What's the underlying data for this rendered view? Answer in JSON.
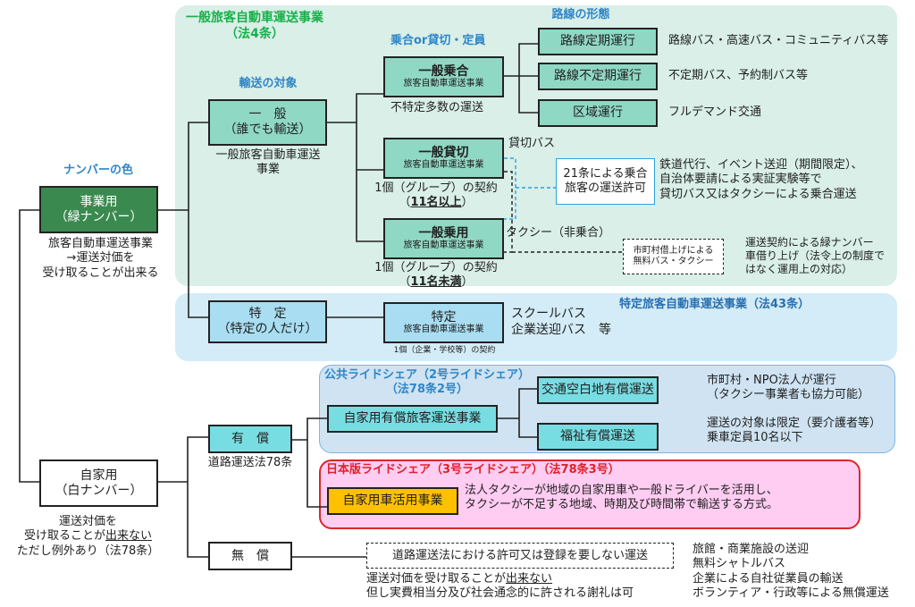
{
  "colors": {
    "region_general": "#d9efe8",
    "region_specific": "#d3ecf7",
    "region_public_rideshare": "#cfe3f2",
    "region_japan_rideshare": "#ffccf2",
    "region_japan_rideshare_border": "#d62828",
    "box_green_dark": "#3a8a4f",
    "box_teal": "#8fd8c4",
    "box_lightblue": "#a8ddf2",
    "box_cyan": "#78dde3",
    "box_orange": "#ffc000",
    "heading_blue": "#2e86c8",
    "heading_green": "#19b04a",
    "heading_red": "#e0202a"
  },
  "headings": {
    "number_color": "ナンバーの色",
    "transport_target": "輸送の対象",
    "shared_or_charter": "乗合or貸切・定員",
    "route_form": "路線の形態",
    "general_business_line1": "一般旅客自動車運送事業",
    "general_business_line2": "（法4条）",
    "specific_business": "特定旅客自動車運送事業（法43条）",
    "public_rideshare_line1": "公共ライドシェア（2号ライドシェア）",
    "public_rideshare_line2": "（法78条2号）",
    "japan_rideshare": "日本版ライドシェア（3号ライドシェア）（法78条3号）"
  },
  "number_boxes": {
    "commercial": {
      "line1": "事業用",
      "line2": "（緑ナンバー）",
      "note1": "旅客自動車運送事業",
      "note2": "→運送対価を",
      "note3": "受け取ることが出来る"
    },
    "private": {
      "line1": "自家用",
      "line2": "（白ナンバー）",
      "note1": "運送対価を",
      "note2_pre": "受け取ることが",
      "note2_u": "出来ない",
      "note3": "ただし例外あり（法78条）"
    }
  },
  "target_boxes": {
    "general": {
      "line1": "一　般",
      "line2": "（誰でも輸送）",
      "note1": "一般旅客自動車運送",
      "note2": "事業"
    },
    "specific": {
      "line1": "特　定",
      "line2": "（特定の人だけ）"
    }
  },
  "type_boxes": {
    "shared": {
      "title": "一般乗合",
      "sub": "旅客自動車運送事業",
      "note": "不特定多数の運送"
    },
    "charter": {
      "title": "一般貸切",
      "sub": "旅客自動車運送事業",
      "note1": "1個（グループ）の契約",
      "note2_pre": "（",
      "note2_u": "11名以上",
      "note2_post": "）",
      "side": "貸切バス"
    },
    "taxi": {
      "title": "一般乗用",
      "sub": "旅客自動車運送事業",
      "note1": "1個（グループ）の契約",
      "note2_pre": "（",
      "note2_u": "11名未満",
      "note2_post": "）",
      "side": "タクシー（非乗合）"
    },
    "specific": {
      "title": "特定",
      "sub": "旅客自動車運送事業",
      "note": "1個（企業・学校等）の契約",
      "side1": "スクールバス",
      "side2": "企業送迎バス　等"
    }
  },
  "route_boxes": [
    {
      "label": "路線定期運行",
      "desc": "路線バス・高速バス・コミュニティバス等"
    },
    {
      "label": "路線不定期運行",
      "desc": "不定期バス、予約制バス等"
    },
    {
      "label": "区域運行",
      "desc": "フルデマンド交通"
    }
  ],
  "article21": {
    "line1": "21条による乗合",
    "line2": "旅客の運送許可",
    "desc1": "鉄道代行、イベント送迎（期間限定）、",
    "desc2": "自治体要請による実証実験等で",
    "desc3": "貸切バス又はタクシーによる乗合運送"
  },
  "municipal": {
    "line1": "市町村借上げによる",
    "line2": "無料バス・タクシー",
    "desc1": "運送契約による緑ナンバー",
    "desc2": "車借り上げ（法令上の制度で",
    "desc3": "はなく運用上の対応）"
  },
  "paid": {
    "label": "有　償",
    "note": "道路運送法78条"
  },
  "unpaid": {
    "label": "無　償"
  },
  "public_rideshare": {
    "main": "自家用有償旅客運送事業",
    "branches": [
      {
        "label": "交通空白地有償運送",
        "desc1": "市町村・NPO法人が運行",
        "desc2": "（タクシー事業者も協力可能）"
      },
      {
        "label": "福祉有償運送",
        "desc1": "運送の対象は限定（要介護者等）",
        "desc2": "乗車定員10名以下"
      }
    ]
  },
  "japan_rideshare": {
    "main": "自家用車活用事業",
    "desc1": "法人タクシーが地域の自家用車や一般ドライバーを活用し、",
    "desc2": "タクシーが不足する地域、時期及び時間帯で輸送する方式。"
  },
  "no_permit": {
    "label": "道路運送法における許可又は登録を要しない運送",
    "note1_pre": "運送対価を受け取ることが",
    "note1_u": "出来ない",
    "note2": "但し実費相当分及び社会通念的に許される謝礼は可",
    "examples": [
      "旅館・商業施設の送迎",
      "無料シャトルバス",
      "企業による自社従業員の輸送",
      "ボランティア・行政等による無償運送"
    ]
  }
}
